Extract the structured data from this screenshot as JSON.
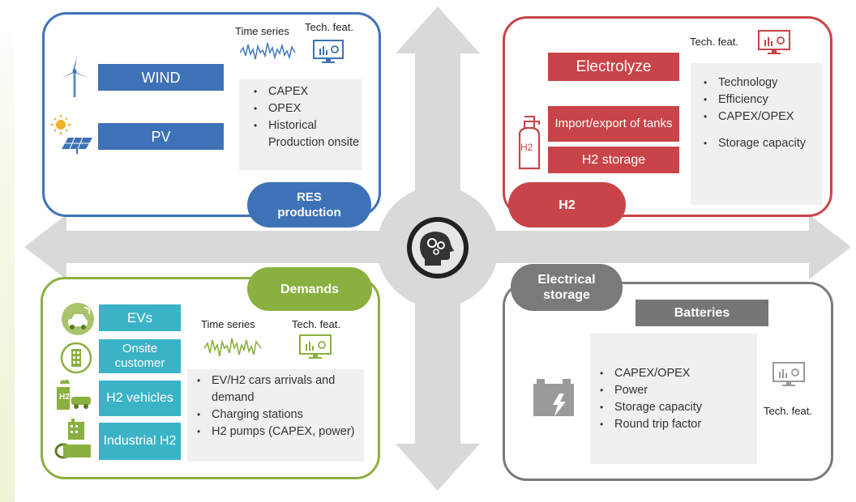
{
  "res": {
    "badge": [
      "RES",
      "production"
    ],
    "time_series_label": "Time series",
    "tech_feat_label": "Tech. feat.",
    "wind": "WIND",
    "pv": "PV",
    "features": [
      "CAPEX",
      "OPEX",
      "Historical Production onsite"
    ],
    "color": "#3e72b6"
  },
  "h2": {
    "badge": "H2",
    "tech_feat_label": "Tech. feat.",
    "electrolyze": "Electrolyze",
    "import_export": "Import/export of tanks",
    "storage": "H2 storage",
    "tank_label": "H2",
    "features": [
      "Technology",
      "Efficiency",
      "CAPEX/OPEX",
      "Storage capacity"
    ],
    "color": "#c94448"
  },
  "demands": {
    "badge": "Demands",
    "time_series_label": "Time series",
    "tech_feat_label": "Tech. feat.",
    "items": [
      "EVs",
      "Onsite customer",
      "H2 vehicles",
      "Industrial H2"
    ],
    "h2_icon_label": "H2",
    "features": [
      "EV/H2 cars arrivals and demand",
      "Charging stations",
      "H2 pumps (CAPEX, power)"
    ],
    "color": "#8ab03f"
  },
  "electrical": {
    "badge": [
      "Electrical",
      "storage"
    ],
    "batteries": "Batteries",
    "tech_feat_label": "Tech. feat.",
    "features": [
      "CAPEX/OPEX",
      "Power",
      "Storage capacity",
      "Round trip factor"
    ],
    "color": "#7a7a7a"
  },
  "colors": {
    "blue_bar": "#3e72b6",
    "red_bar": "#c94448",
    "teal_bar": "#3bb3c6",
    "grey_bar": "#767676",
    "arrow": "#d9d9d9"
  }
}
